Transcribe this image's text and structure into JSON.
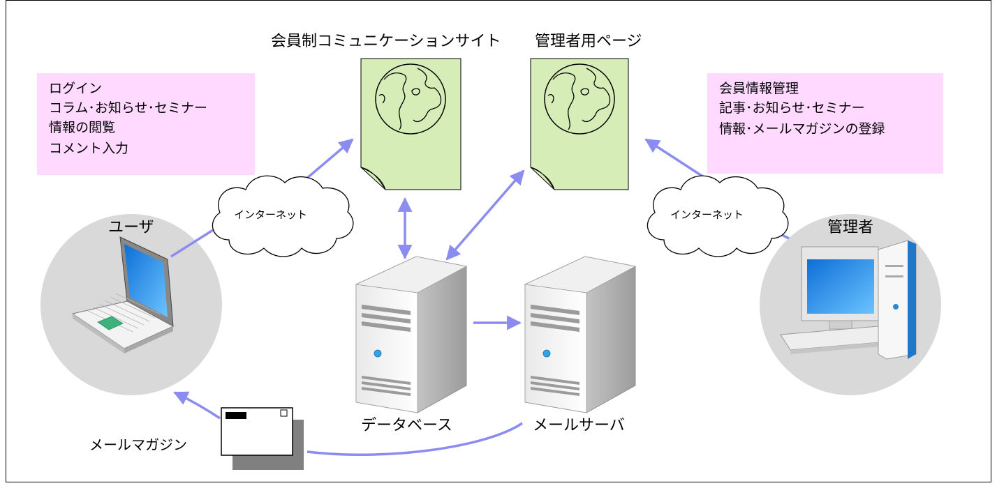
{
  "titles": {
    "member_site": "会員制コミュニケーションサイト",
    "admin_page": "管理者用ページ"
  },
  "user_box": {
    "lines": [
      "ログイン",
      "コラム･お知らせ･セミナー",
      "情報の閲覧",
      "コメント入力"
    ]
  },
  "admin_box": {
    "lines": [
      "会員情報管理",
      "記事･お知らせ･セミナー",
      "情報･メールマガジンの登録"
    ]
  },
  "clouds": {
    "left": "インターネット",
    "right": "インターネット"
  },
  "nodes": {
    "user": "ユーザ",
    "admin": "管理者",
    "database": "データベース",
    "mail_server": "メールサーバ",
    "mail_magazine": "メールマガジン"
  },
  "colors": {
    "info_box": "#FFD9FF",
    "document": "#D7EDB8",
    "arrow": "#8C8CF0",
    "circle": "#D9D9D9",
    "cloud": "#FFFFFF"
  }
}
